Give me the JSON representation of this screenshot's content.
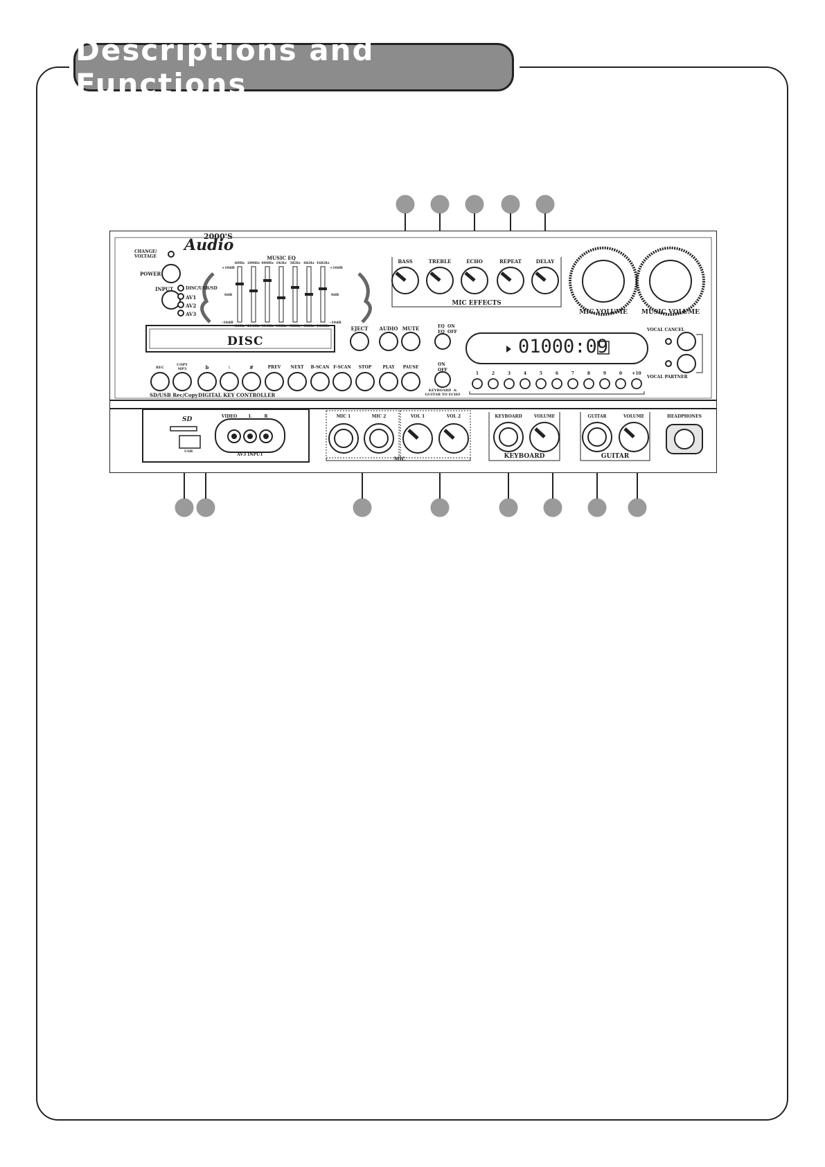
{
  "header": {
    "title": "Descriptions and Functions"
  },
  "brand": {
    "logo_text": "Audio",
    "logo_super": "2000'S"
  },
  "front_top": {
    "change_voltage": "CHANGE/\nVOLTAGE",
    "power": "POWER",
    "input": "INPUT",
    "input_sources": [
      "DISC/USB/SD",
      "AV1",
      "AV2",
      "AV3"
    ],
    "music_eq": {
      "title": "MUSIC EQ",
      "top_freqs": [
        "60Hz",
        "200Hz",
        "400Hz",
        "1KHz",
        "3KHz",
        "6KHz",
        "16KHz"
      ],
      "bottom_freqs": [
        "60Hz",
        "200Hz",
        "400Hz",
        "1KHz",
        "3KHz",
        "6KHz",
        "16KHz"
      ],
      "level_top": "+10dB",
      "level_mid": "0dB",
      "level_bottom": "-10dB"
    },
    "mic_effects": {
      "title": "MIC EFFECTS",
      "knobs": [
        "BASS",
        "TREBLE",
        "ECHO",
        "REPEAT",
        "DELAY"
      ]
    },
    "mic_volume": "MIC VOLUME",
    "music_volume": "MUSIC VOLUME"
  },
  "disc_section": {
    "tray_label": "DISC",
    "eject": "EJECT",
    "audio": "AUDIO",
    "mute": "MUTE",
    "eq_on": "EQ  ON",
    "eq_off": "EQ  OFF",
    "display": "01000:09",
    "vocal_cancel": "VOCAL CANCEL",
    "vocal_partner": "VOCAL PARTNER"
  },
  "transport": {
    "rec": "REC",
    "copy_mp3": "COPY\nMP3",
    "flat": "b",
    "natural": "♮",
    "sharp": "#",
    "buttons": [
      "PREV",
      "NEXT",
      "B-SCAN",
      "F-SCAN",
      "STOP",
      "PLAY",
      "PAUSE"
    ],
    "sd_usb_label": "SD/USB Rec/Copy",
    "digital_key_label": "DIGITAL KEY CONTROLLER",
    "keyboard_on": "ON",
    "keyboard_off": "OFF",
    "keyboard_echo": "KEYBOARD  &\nGUITAR TO ECHO",
    "numbers": [
      "1",
      "2",
      "3",
      "4",
      "5",
      "6",
      "7",
      "8",
      "9",
      "0",
      "+10"
    ]
  },
  "bottom_panel": {
    "sd": "SD",
    "usb": "USB",
    "video": "VIDEO",
    "l": "L",
    "r": "R",
    "av3_input": "AV3 INPUT",
    "mic1": "MIC 1",
    "mic2": "MIC 2",
    "vol1": "VOL 1",
    "vol2": "VOL 2",
    "mic_label": "MIC",
    "keyboard": "KEYBOARD",
    "keyboard_volume": "VOLUME",
    "keyboard_group": "KEYBOARD",
    "guitar": "GUITAR",
    "guitar_volume": "VOLUME",
    "guitar_group": "GUITAR",
    "headphones": "HEADPHONES"
  }
}
